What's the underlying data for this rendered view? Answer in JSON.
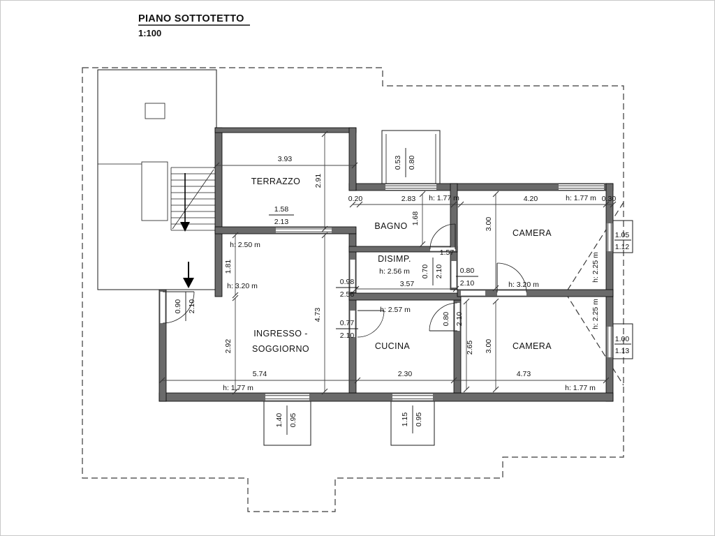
{
  "header": {
    "title": "PIANO SOTTOTETTO",
    "scale": "1:100"
  },
  "colors": {
    "wall_fill": "#6a6a6a",
    "line": "#000000",
    "background": "#ffffff"
  },
  "rooms": {
    "terrazzo": "TERRAZZO",
    "bagno": "BAGNO",
    "disimp": "DISIMP.",
    "camera_nord": "CAMERA",
    "camera_sud": "CAMERA",
    "cucina": "CUCINA",
    "ingresso_line1": "INGRESSO -",
    "ingresso_line2": "SOGGIORNO"
  },
  "heights": {
    "terrazzo": "h: 2.50 m",
    "bagno_top": "h: 1.77 m",
    "camera_nord_top": "h: 1.77 m",
    "camera_nord_wall": "h: 2.25 m",
    "camera_sud_wall": "h: 2.25 m",
    "disimp": "h: 2.56 m",
    "cucina": "h: 2.57 m",
    "soggiorno": "h: 3.20 m",
    "corridoio": "h: 3.20 m",
    "soggiorno_bottom": "h: 1.77 m",
    "camera_sud_bottom": "h: 1.77 m"
  },
  "dims": {
    "terrazzo_w": "3.93",
    "terrazzo_d": "2.91",
    "top_020": "0.20",
    "bagno_w": "2.83",
    "camera_nord_w": "4.20",
    "top_030": "0.30",
    "bagno_d": "1.68",
    "camera_nord_d": "3.00",
    "disimp_w": "1.57",
    "disimp_len": "3.57",
    "soggiorno_d_upper": "1.81",
    "soggiorno_d_lower": "2.92",
    "soggiorno_len": "4.73",
    "soggiorno_w": "5.74",
    "cucina_w": "2.30",
    "cucina_d": "2.65",
    "camera_sud_d": "3.00",
    "camera_sud_w": "4.73"
  },
  "fractions": {
    "terrace_door": {
      "w": "1.58",
      "h": "2.13"
    },
    "dormer_top": {
      "w": "0.53",
      "h": "0.80"
    },
    "door_disimp": {
      "w": "0.70",
      "h": "2.10"
    },
    "door_camera_nord": {
      "w": "0.80",
      "h": "2.10"
    },
    "passage": {
      "w": "0.98",
      "h": "2.56"
    },
    "door_cucina": {
      "w": "0.77",
      "h": "2.10"
    },
    "door_camera_sud": {
      "w": "0.80",
      "h": "2.10"
    },
    "entry_door": {
      "w": "0.90",
      "h": "2.10"
    },
    "dormer_right_nord": {
      "w": "1.05",
      "h": "1.12"
    },
    "dormer_right_sud": {
      "w": "1.00",
      "h": "1.13"
    },
    "dormer_sud_ovest": {
      "w": "1.40",
      "h": "0.95"
    },
    "dormer_sud_est": {
      "w": "1.15",
      "h": "0.95"
    }
  }
}
